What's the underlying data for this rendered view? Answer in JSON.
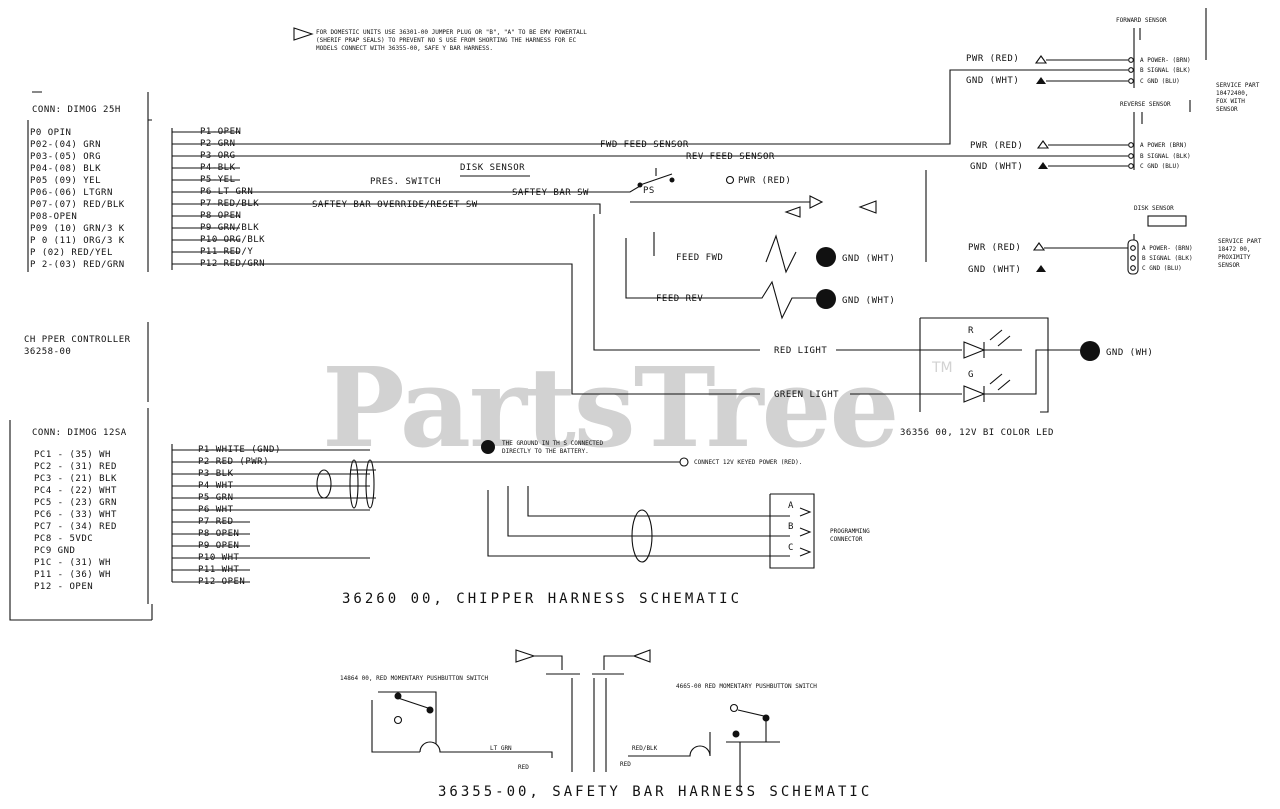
{
  "watermark": {
    "text": "PartsTree",
    "trademark": "TM"
  },
  "notes": {
    "domestic": [
      "FOR DOMESTIC UNITS USE 36301-00 JUMPER PLUG OR \"B\", \"A\" TO BE EMV POWERTALL",
      "(SHERIF PRAP SEALS) TO PREVENT NO S USE FROM SHORTING THE HARNESS FOR EC",
      "MODELS CONNECT WITH 36355-00, SAFE Y BAR HARNESS."
    ],
    "ground": [
      "THE GROUND IN TH S CONNECTED",
      "DIRECTLY TO THE BATTERY."
    ],
    "connect_power": "CONNECT 12V KEYED POWER (RED)."
  },
  "connector_25": {
    "title": "CONN: DIMOG 25H",
    "pins": [
      "P0 OPIN",
      "P02-(04) GRN",
      "P03-(05) ORG",
      "P04-(08) BLK",
      "P05 (09) YEL",
      "P06-(06) LTGRN",
      "P07-(07) RED/BLK",
      "P08-OPEN",
      "P09 (10) GRN/3 K",
      "P 0 (11) ORG/3 K",
      "P (02) RED/YEL",
      "P 2-(03) RED/GRN"
    ]
  },
  "controller": {
    "line1": "CH PPER CONTROLLER",
    "line2": "36258-00"
  },
  "connector_12": {
    "title": "CONN: DIMOG 12SA",
    "pins": [
      "PC1 - (35) WH",
      "PC2 - (31) RED",
      "PC3 - (21) BLK",
      "PC4 - (22) WHT",
      "PC5 - (23) GRN",
      "PC6 - (33) WHT",
      "PC7 - (34) RED",
      "PC8 - 5VDC",
      "PC9 GND",
      "P1C - (31) WH",
      "P11 - (36) WH",
      "P12 - OPEN"
    ]
  },
  "upper_wires": [
    "P1-OPEN",
    "P2-GRN",
    "P3-ORG",
    "P4-BLK",
    "P5-YEL",
    "P6-LT GRN",
    "P7-RED/BLK",
    "P8 OPEN",
    "P9-GRN/BLK",
    "P10 ORG/BLK",
    "P11-RED/Y",
    "P12-RED/GRN"
  ],
  "lower_wires": [
    "P1-WHITE (GND)",
    "P2-RED (PWR)",
    "P3-BLK",
    "P4 WHT",
    "P5-GRN",
    "P6-WHT",
    "P7-RED",
    "P8-OPEN",
    "P9 OPEN",
    "P10 WHT",
    "P11-WHT",
    "P12-OPEN"
  ],
  "signals": {
    "fwd_feed": "FWD FEED SENSOR",
    "rev_feed": "REV FEED SENSOR",
    "disk_sensor": "DISK SENSOR",
    "pres_switch": "PRES. SWITCH",
    "saftey_bar": "SAFTEY BAR SW",
    "override": "SAFTEY BAR OVERRIDE/RESET SW",
    "ps": "PS",
    "pwr_red": "PWR (RED)",
    "feed_fwd": "FEED FWD",
    "feed_rev": "FEED REV",
    "gnd_wht": "GND (WHT)",
    "red_light": "RED LIGHT",
    "green_light": "GREEN LIGHT",
    "gnd_wh": "GND (WH)"
  },
  "sensors": {
    "forward": {
      "title": "FORWARD SENSOR",
      "pwr": "PWR (RED)",
      "gnd": "GND (WHT)",
      "pins": [
        "A POWER- (BRN)",
        "B SIGNAL (BLK)",
        "C GND (BLU)"
      ],
      "note": [
        "SERVICE PART",
        "10472400,",
        "FOX WITH",
        "SENSOR"
      ]
    },
    "reverse": {
      "title": "REVERSE SENSOR",
      "pwr": "PWR (RED)",
      "gnd": "GND (WHT)",
      "pins": [
        "A POWER (BRN)",
        "B SIGNAL (BLK)",
        "C GND (BLU)"
      ]
    },
    "disk": {
      "title": "DISK SENSOR",
      "pwr": "PWR (RED)",
      "gnd": "GND (WHT)",
      "pins": [
        "A POWER- (BRN)",
        "B SIGNAL (BLK)",
        "C GND (BLU)"
      ],
      "note": [
        "SERVICE PART",
        "18472 00,",
        "PROXIMITY",
        "SENSOR"
      ]
    }
  },
  "led": {
    "r": "R",
    "g": "G",
    "part": "36356 00, 12V BI COLOR LED"
  },
  "programming": {
    "pins": [
      "A",
      "B",
      "C"
    ],
    "label": [
      "PROGRAMMING",
      "CONNECTOR"
    ]
  },
  "harness_title": "36260 00, CHIPPER HARNESS SCHEMATIC",
  "safety": {
    "left_switch": "14864 00, RED MOMENTARY PUSHBUTTON SWITCH",
    "right_switch": "4665-00 RED MOMENTARY PUSHBUTTON SWITCH",
    "lt_grn": "LT GRN",
    "red_blk": "RED/BLK",
    "red": "RED",
    "title": "36355-00, SAFETY BAR HARNESS SCHEMATIC"
  }
}
